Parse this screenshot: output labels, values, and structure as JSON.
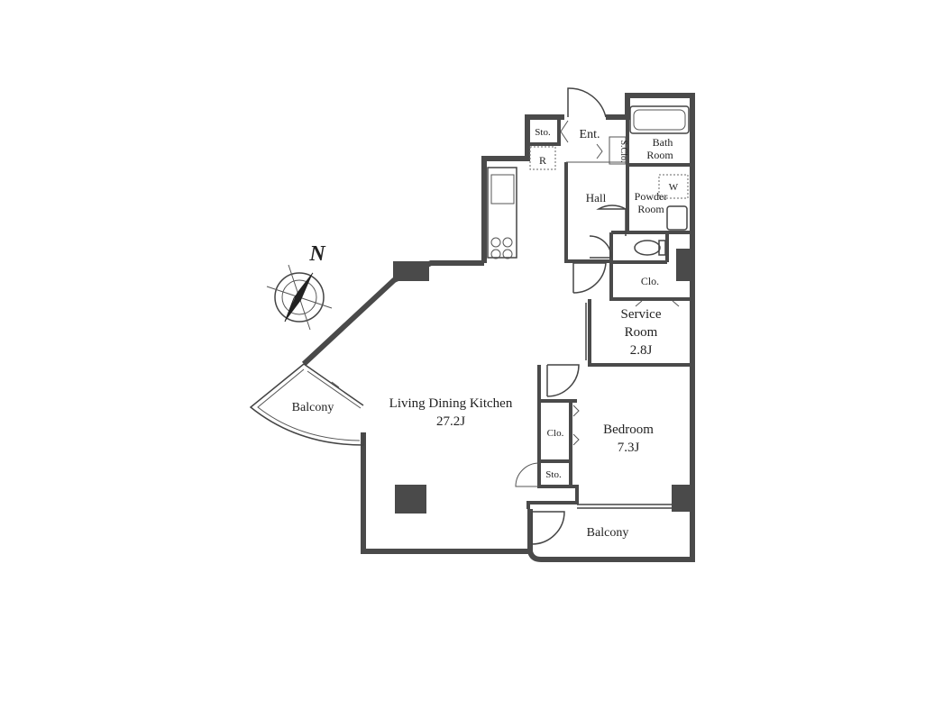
{
  "compass": {
    "label": "N"
  },
  "rooms": {
    "ldk": {
      "name": "Living Dining Kitchen",
      "size": "27.2J"
    },
    "bedroom": {
      "name": "Bedroom",
      "size": "7.3J"
    },
    "service": {
      "name_line1": "Service",
      "name_line2": "Room",
      "size": "2.8J"
    },
    "balcony_west": {
      "name": "Balcony"
    },
    "balcony_south": {
      "name": "Balcony"
    },
    "bath": {
      "line1": "Bath",
      "line2": "Room"
    },
    "powder": {
      "line1": "Powder",
      "line2": "Room"
    },
    "hall": {
      "name": "Hall"
    },
    "entrance": {
      "name": "Ent."
    },
    "storage_entry": {
      "name": "Sto."
    },
    "storage_bed": {
      "name": "Sto."
    },
    "shoe_closet": {
      "name": "S.Clo."
    },
    "closet_hall": {
      "name": "Clo."
    },
    "closet_bed": {
      "name": "Clo."
    },
    "fridge": {
      "name": "R"
    },
    "washer": {
      "name": "W"
    }
  }
}
